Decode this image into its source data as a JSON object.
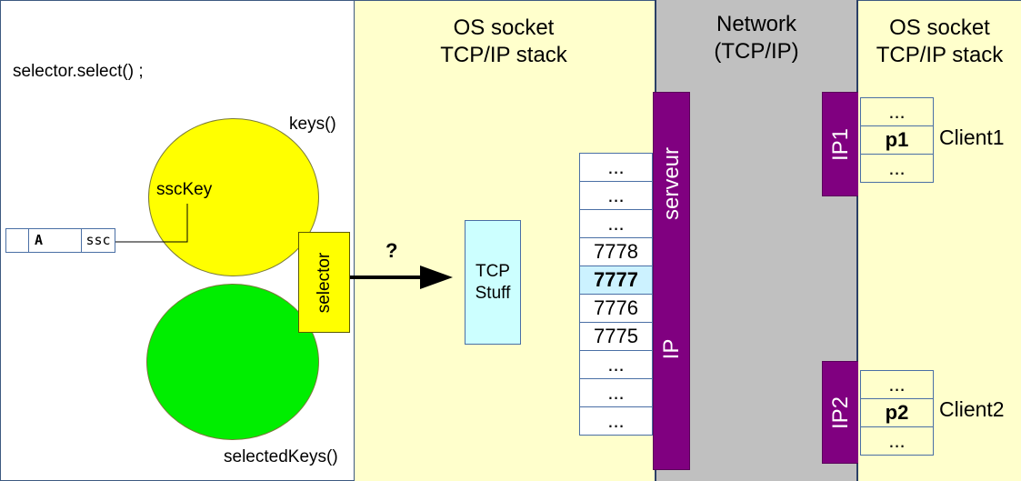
{
  "app": {
    "call": "selector.select() ;",
    "keys_label": "keys()",
    "selected_keys_label": "selectedKeys()",
    "ssc_key_label": "sscKey",
    "selector_label": "selector",
    "row": [
      "",
      "A",
      "ssc"
    ]
  },
  "arrow": {
    "label": "?"
  },
  "os_left": {
    "title": "OS socket\nTCP/IP stack",
    "tcp_stuff": "TCP\nStuff",
    "ports": [
      "...",
      "...",
      "...",
      "7778",
      "7777",
      "7776",
      "7775",
      "...",
      "...",
      "..."
    ]
  },
  "network": {
    "title": "Network\n(TCP/IP)",
    "server_label": "serveur",
    "ip_label": "IP",
    "ip1_label": "IP1",
    "ip2_label": "IP2"
  },
  "os_right": {
    "title": "OS socket\nTCP/IP stack",
    "client1": {
      "name": "Client1",
      "ports": [
        "...",
        "p1",
        "..."
      ]
    },
    "client2": {
      "name": "Client2",
      "ports": [
        "...",
        "p2",
        "..."
      ]
    }
  },
  "colors": {
    "os_bg": "#ffffcc",
    "network_bg": "#c0c0c0",
    "keys_circle": "#ffff00",
    "selected_circle": "#00ee00",
    "ip_bar": "#800080",
    "tcp_stuff": "#ccffff",
    "highlight_port": "#ccf2ff"
  }
}
